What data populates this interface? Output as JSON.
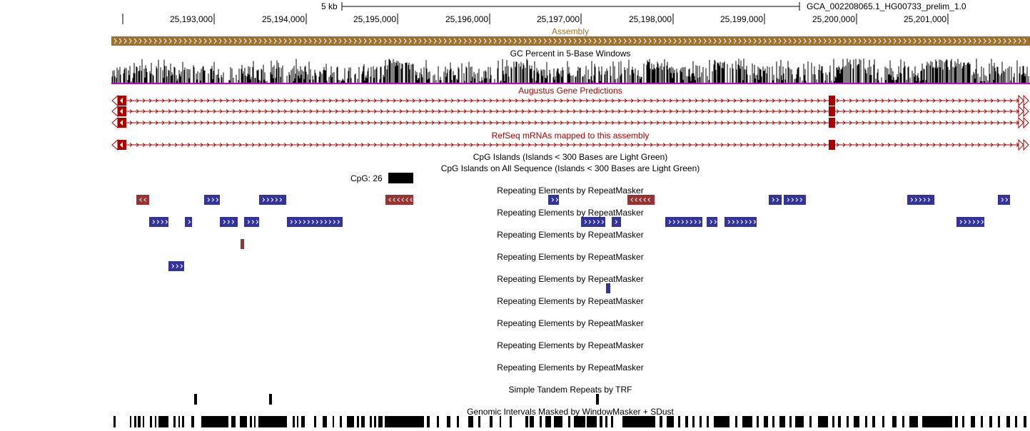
{
  "ruler": {
    "scale_label": "5 kb",
    "assembly_label": "GCA_002208065.1_HG00733_prelim_1.0",
    "ticks": [
      "25,193,000",
      "25,194,000",
      "25,195,000",
      "25,196,000",
      "25,197,000",
      "25,198,000",
      "25,199,000",
      "25,200,000",
      "25,201,000"
    ]
  },
  "tracks": {
    "assembly": {
      "title": "Assembly",
      "color": "#a0712a"
    },
    "gc_percent": {
      "title": "GC Percent in 5-Base Windows"
    },
    "augustus": {
      "title": "Augustus Gene Predictions",
      "color": "#aa0000"
    },
    "refseq": {
      "title": "RefSeq mRNAs mapped to this assembly",
      "color": "#aa0000"
    },
    "cpg_islands": {
      "title": "CpG Islands (Islands < 300 Bases are Light Green)"
    },
    "cpg_all": {
      "title": "CpG Islands on All Sequence (Islands < 300 Bases are Light Green)",
      "feature_label": "CpG: 26"
    },
    "repeatmasker": {
      "titles": [
        "Repeating Elements by RepeatMasker",
        "Repeating Elements by RepeatMasker",
        "Repeating Elements by RepeatMasker",
        "Repeating Elements by RepeatMasker",
        "Repeating Elements by RepeatMasker",
        "Repeating Elements by RepeatMasker",
        "Repeating Elements by RepeatMasker",
        "Repeating Elements by RepeatMasker",
        "Repeating Elements by RepeatMasker"
      ],
      "plus_color": "#333399",
      "minus_color": "#993333"
    },
    "trf": {
      "title": "Simple Tandem Repeats by TRF"
    },
    "windowmasker": {
      "title": "Genomic Intervals Masked by WindowMasker + SDust"
    }
  }
}
